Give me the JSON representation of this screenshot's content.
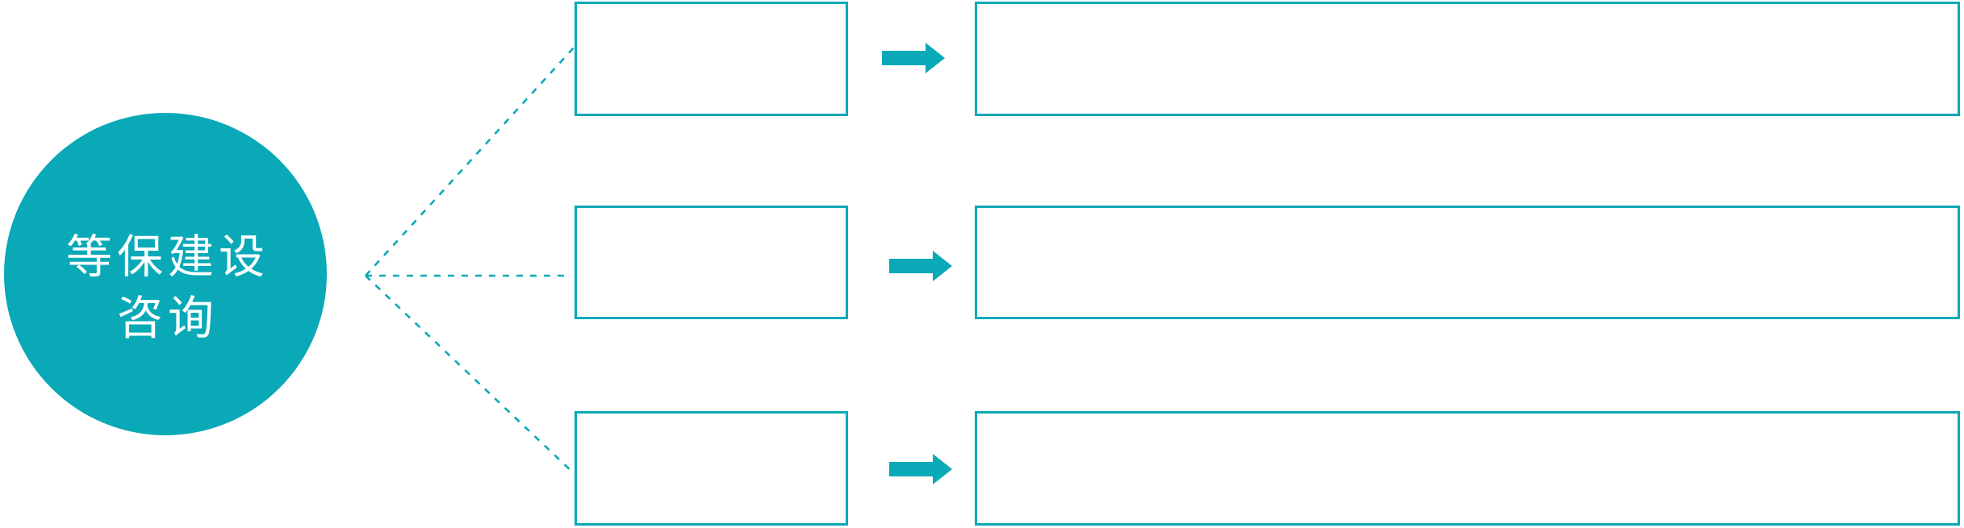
{
  "diagram": {
    "hub": {
      "label_line1": "等保建设",
      "label_line2": "咨询"
    },
    "rows": [
      {
        "branch_label": "",
        "detail_label": ""
      },
      {
        "branch_label": "",
        "detail_label": ""
      },
      {
        "branch_label": "",
        "detail_label": ""
      }
    ],
    "colors": {
      "accent": "#0aa9b7",
      "background": "#ffffff",
      "hub_text": "#ffffff"
    },
    "icons": {
      "arrow": "arrow-right-icon",
      "connector": "dotted-connector-line"
    }
  }
}
